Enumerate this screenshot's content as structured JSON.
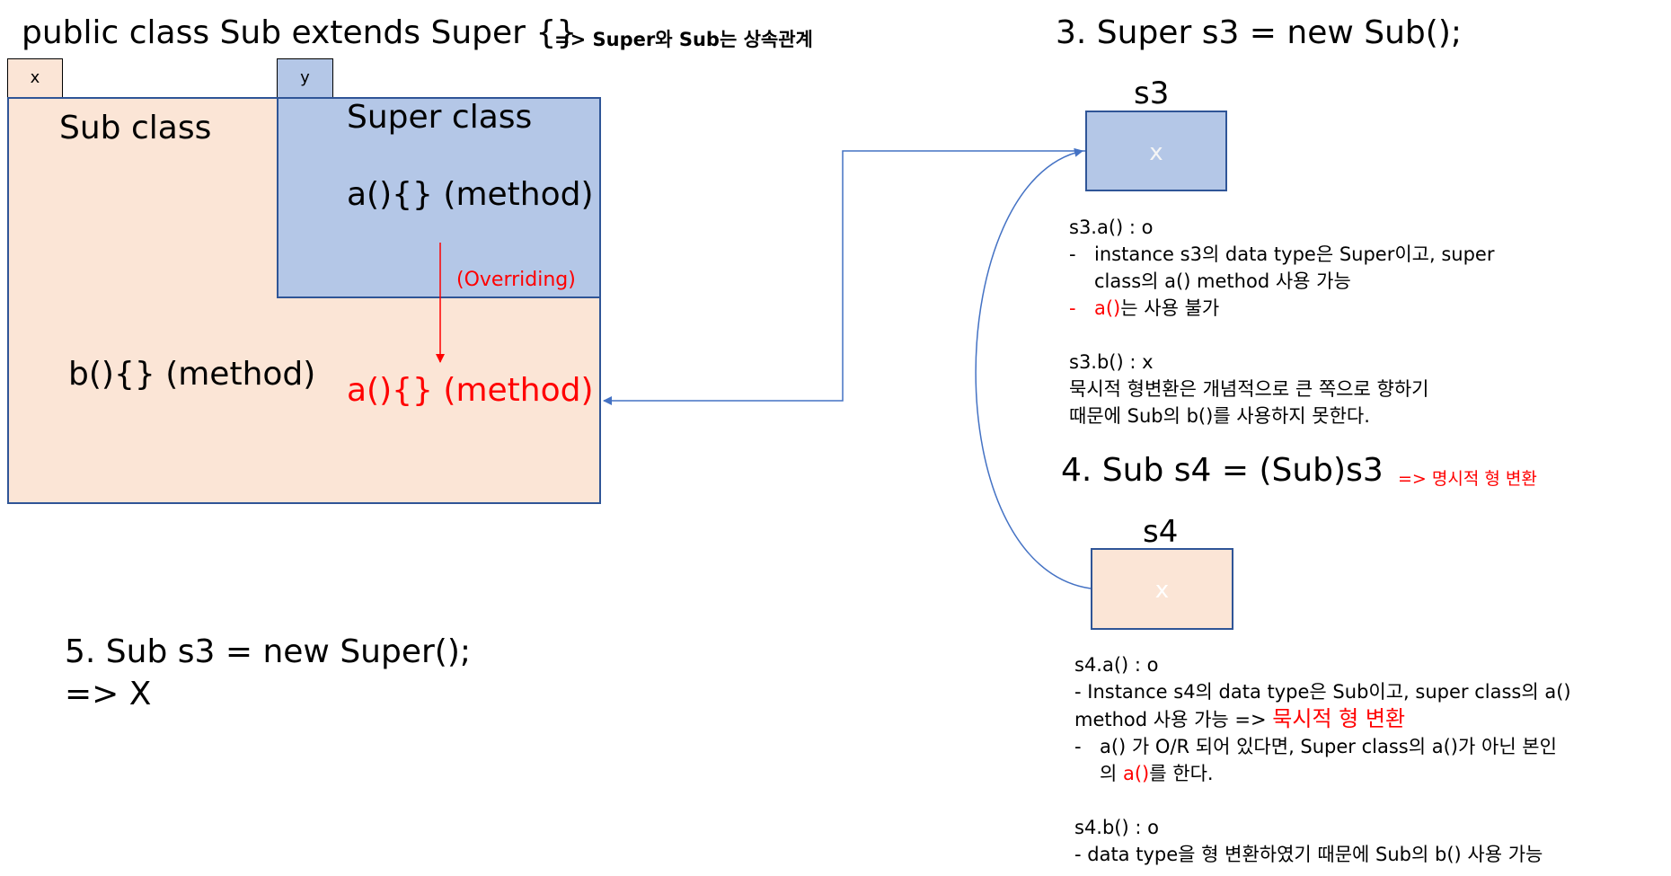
{
  "header": {
    "declaration": "public class Sub extends Super {}",
    "note": "=> Super와 Sub는 상속관계"
  },
  "diagram": {
    "x_tag": "x",
    "y_tag": "y",
    "sub_class_title": "Sub class",
    "super_class_title": "Super class",
    "super_method": "a(){} (method)",
    "overriding_label": "(Overriding)",
    "sub_method_b": "b(){} (method)",
    "sub_method_a": "a(){} (method)"
  },
  "case3": {
    "heading": "3. Super s3 = new Sub();",
    "var_name": "s3",
    "box_text": "x",
    "notes": {
      "line1": "s3.a() : o",
      "dash1": "-",
      "line2": "instance s3의 data type은 Super이고, super",
      "line3": "class의 a() method 사용 가능",
      "dash2": "-",
      "line4_red": "a()",
      "line4_rest": "는 사용 불가",
      "line5": "s3.b() : x",
      "line6": "묵시적 형변환은 개념적으로 큰 쪽으로 향하기",
      "line7": "때문에 Sub의 b()를 사용하지 못한다."
    }
  },
  "case4": {
    "heading": "4. Sub s4 = (Sub)s3",
    "heading_note": "=> 명시적 형 변환",
    "var_name": "s4",
    "box_text": "x",
    "notes": {
      "line1": "s4.a() : o",
      "line2": "- Instance s4의 data type은 Sub이고, super class의 a()",
      "line3_a": "method 사용 가능 => ",
      "line3_red": "묵시적 형 변환",
      "dash1": "-",
      "line4": "a() 가 O/R 되어 있다면, Super class의 a()가 아닌 본인",
      "line5_a": "의 ",
      "line5_red": "a()",
      "line5_b": "를 한다.",
      "line6": "s4.b() : o",
      "line7": " - data type을 형 변환하였기 때문에 Sub의 b() 사용 가능"
    }
  },
  "case5": {
    "heading": "5. Sub s3 = new Super();",
    "result": "=> X"
  },
  "colors": {
    "sub_fill": "#fbe5d6",
    "super_fill": "#b4c7e7",
    "connector": "#4472c4",
    "override_arrow": "#ff0000"
  }
}
